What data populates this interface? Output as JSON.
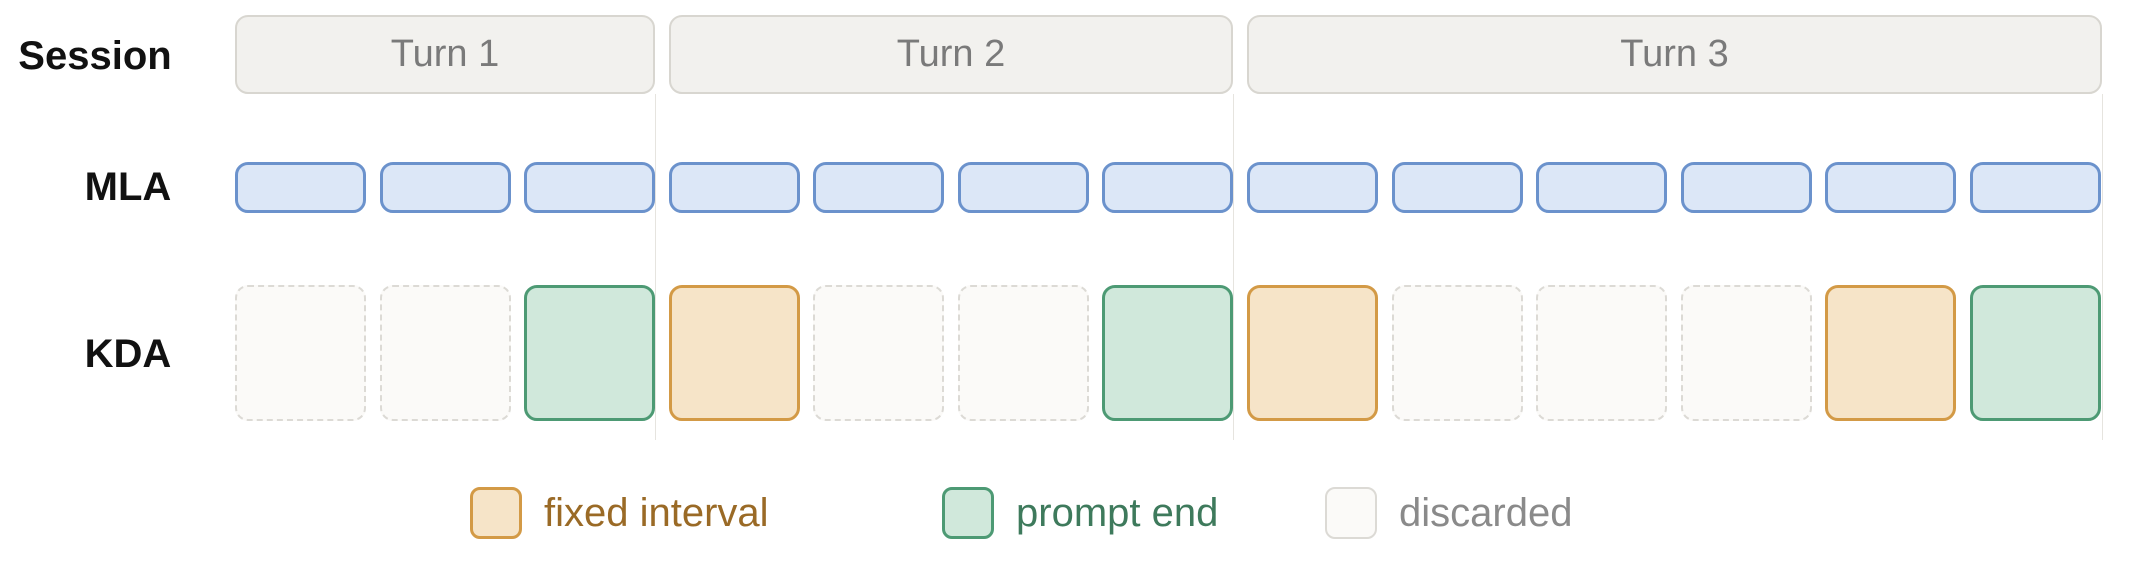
{
  "rows": {
    "session": "Session",
    "mla": "MLA",
    "kda": "KDA"
  },
  "turns": [
    {
      "label": "Turn 1",
      "blocks": 3
    },
    {
      "label": "Turn 2",
      "blocks": 4
    },
    {
      "label": "Turn 3",
      "blocks": 6
    }
  ],
  "mla_blocks": 13,
  "kda_blocks": [
    "discarded",
    "discarded",
    "prompt-end",
    "fixed-interval",
    "discarded",
    "discarded",
    "prompt-end",
    "fixed-interval",
    "discarded",
    "discarded",
    "discarded",
    "fixed-interval",
    "prompt-end"
  ],
  "legend": [
    {
      "key": "fixed-interval",
      "label": "fixed interval",
      "color": "#9a6a26"
    },
    {
      "key": "prompt-end",
      "label": "prompt end",
      "color": "#3e7a5c"
    },
    {
      "key": "discarded",
      "label": "discarded",
      "color": "#8a8a8a"
    }
  ],
  "colors": {
    "mla_fill": "#dce7f7",
    "mla_border": "#6b92cc",
    "fixed_fill": "#f6e4c8",
    "fixed_border": "#d39a46",
    "prompt_fill": "#d0e8db",
    "prompt_border": "#4d9a74",
    "discarded_fill": "#fbfaf8",
    "discarded_border": "#dcdad5"
  }
}
